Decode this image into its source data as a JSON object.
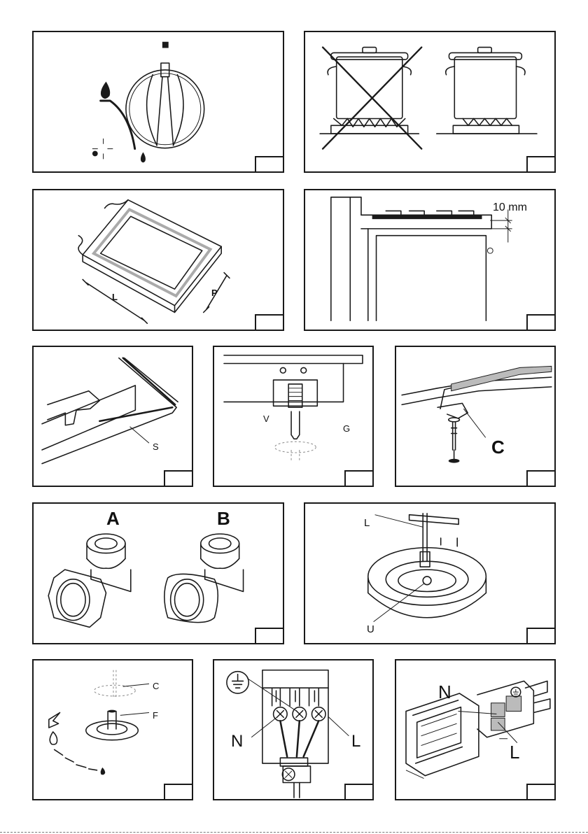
{
  "panels": {
    "knob": {},
    "pots": {},
    "cutout": {
      "label_l": "L",
      "label_p": "P"
    },
    "clearance": {
      "dimension": "10 mm"
    },
    "seal": {
      "label_s": "S"
    },
    "bracket": {
      "label_v": "V",
      "label_g": "G"
    },
    "clamp": {
      "label_c": "C"
    },
    "fittings": {
      "label_a": "A",
      "label_b": "B"
    },
    "injector": {
      "label_l": "L",
      "label_u": "U"
    },
    "bypass": {
      "label_c": "C",
      "label_f": "F"
    },
    "terminal": {
      "label_n": "N",
      "label_l": "L"
    },
    "terminal_box": {
      "label_n": "N",
      "label_l": "L"
    }
  }
}
